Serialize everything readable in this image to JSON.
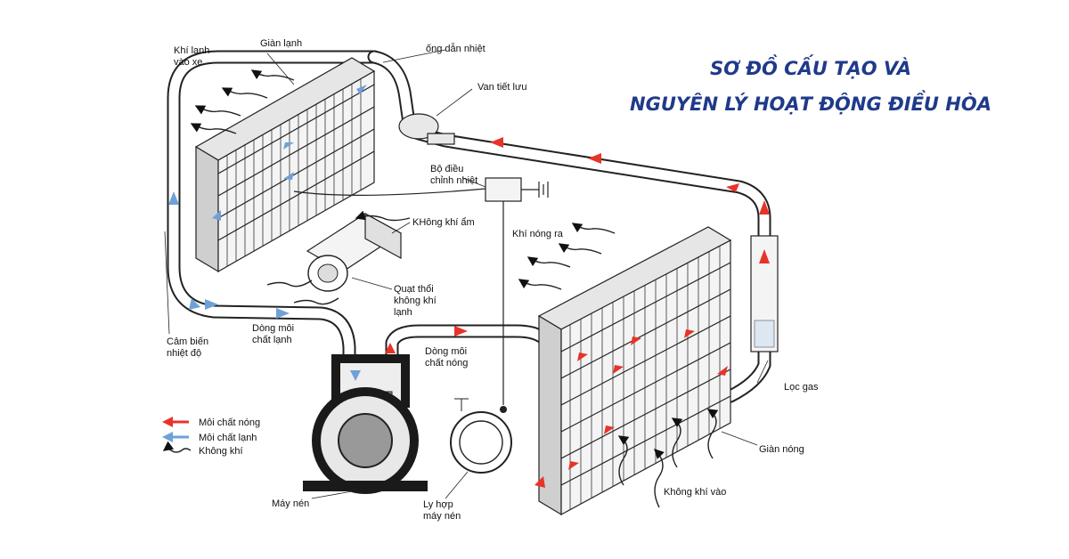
{
  "title": {
    "line1": "SƠ ĐỒ CẤU TẠO VÀ",
    "line2": "NGUYÊN LÝ HOẠT ĐỘNG ĐIỀU HÒA"
  },
  "labels": {
    "cold_air_in_1": "Khí lạnh",
    "cold_air_in_2": "vào xe",
    "evaporator": "Giàn lạnh",
    "heat_pipe": "ống dẫn nhiệt",
    "expansion_valve": "Van tiết lưu",
    "thermostat_1": "Bộ điều",
    "thermostat_2": "chỉnh nhiệt",
    "humid_air": "KHông khí ẩm",
    "hot_air_out": "Khí nóng ra",
    "blower_1": "Quạt thổi",
    "blower_2": "không khí",
    "blower_3": "lạnh",
    "cold_flow_1": "Dòng môi",
    "cold_flow_2": "chất lạnh",
    "hot_flow_1": "Dòng môi",
    "hot_flow_2": "chất nóng",
    "temp_sensor_1": "Cảm biến",
    "temp_sensor_2": "nhiệt độ",
    "gas_filter": "Lọc gas",
    "condenser": "Giàn nóng",
    "air_in": "Không khí vào",
    "compressor": "Máy nén",
    "clutch_1": "Ly hợp",
    "clutch_2": "máy nén"
  },
  "legend": {
    "hot": "Môi chất nóng",
    "cold": "Môi chất lạnh",
    "air": "Không khí"
  },
  "colors": {
    "hot": "#e8332a",
    "cold": "#6fa1d8",
    "title": "#1f3a8a",
    "line": "#222222"
  }
}
